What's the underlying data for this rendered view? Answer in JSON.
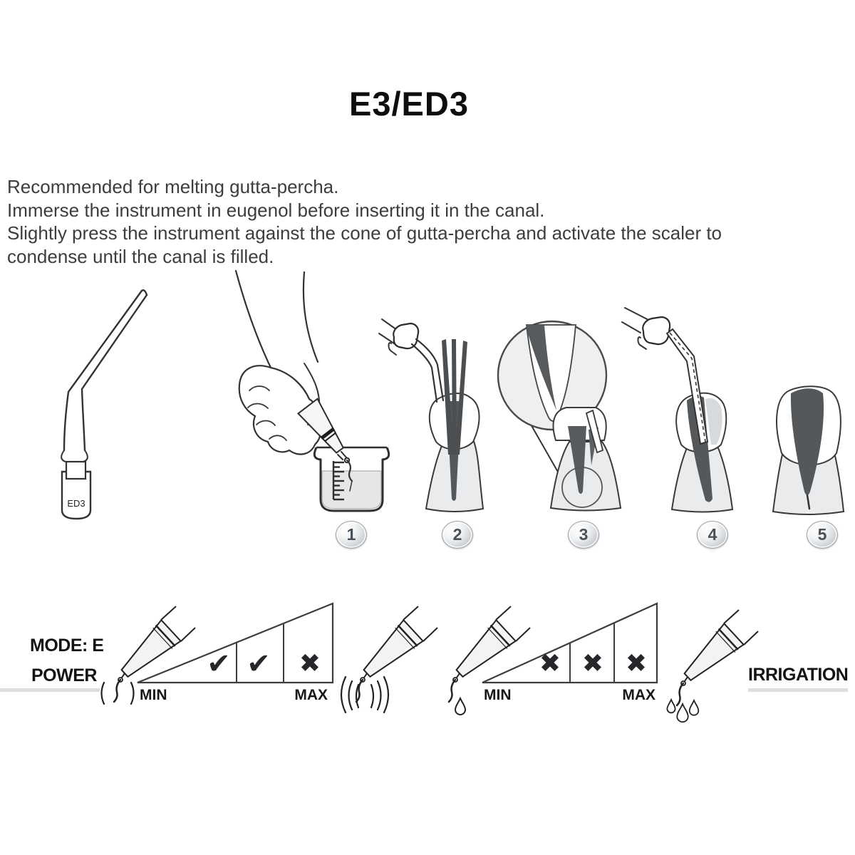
{
  "page": {
    "title": "E3/ED3"
  },
  "intro": {
    "text": "Recommended for melting gutta-percha.\nImmerse the instrument in eugenol before inserting it in the canal.\nSlightly press the instrument against the cone of gutta-percha and activate the scaler to\ncondense until the canal is filled."
  },
  "tip_diagram": {
    "label": "ED3"
  },
  "steps": {
    "badges": [
      "1",
      "2",
      "3",
      "4",
      "5"
    ]
  },
  "power_section": {
    "mode_label": "MODE: E",
    "power_label": "POWER",
    "min_label": "MIN",
    "max_label": "MAX",
    "marks": [
      "✔",
      "✔",
      "✖"
    ]
  },
  "irrigation_section": {
    "label": "IRRIGATION",
    "min_label": "MIN",
    "max_label": "MAX",
    "marks": [
      "✖",
      "✖",
      "✖"
    ]
  },
  "colors": {
    "ink": "#333333",
    "text": "#3d3d3d",
    "gutta_dark": "#54585b",
    "root_gray": "#e9ebed",
    "divider_gray": "#dcdddd",
    "badge_number": "#4a5158"
  }
}
